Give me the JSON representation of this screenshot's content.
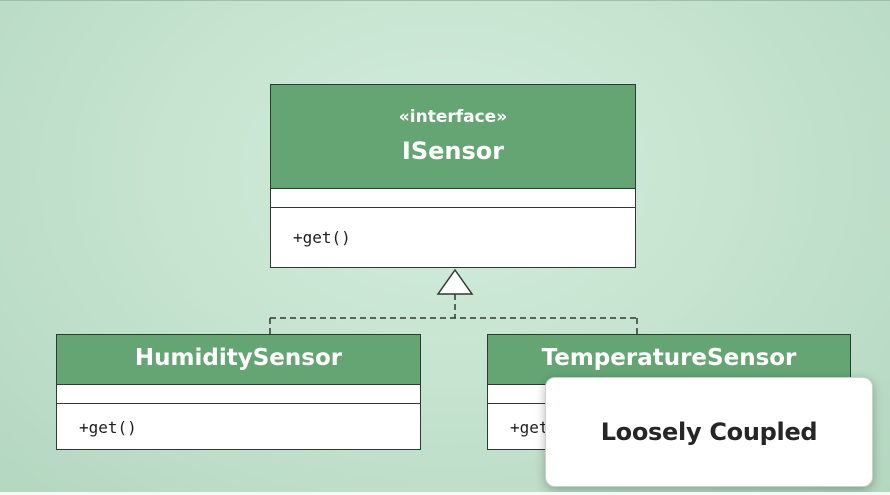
{
  "diagram": {
    "interface": {
      "stereotype": "«interface»",
      "name": "ISensor",
      "operation": "+get()"
    },
    "classes": [
      {
        "name": "HumiditySensor",
        "operation": "+get()"
      },
      {
        "name": "TemperatureSensor",
        "operation": "+get()"
      }
    ],
    "relationship": "realization",
    "callout": "Loosely Coupled"
  },
  "colors": {
    "header_fill": "#65a574",
    "background": "#c6e4d0",
    "border": "#2f3a33"
  }
}
